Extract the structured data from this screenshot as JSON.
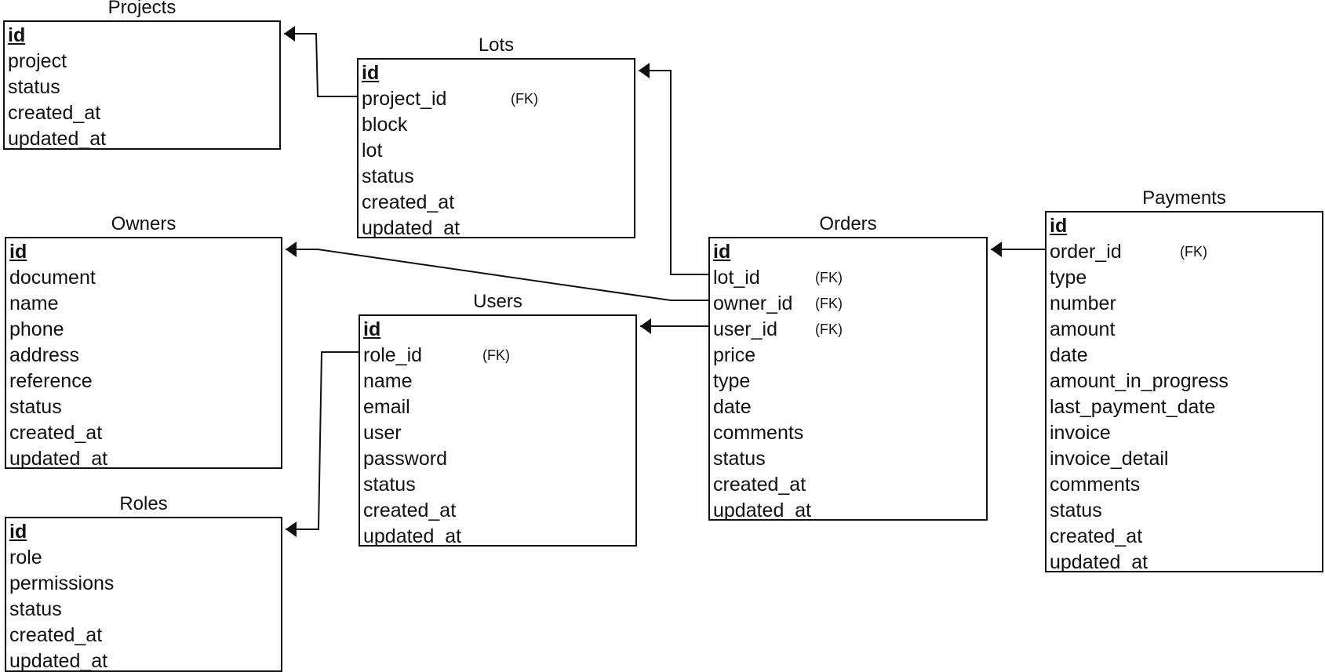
{
  "diagram": {
    "entities": [
      {
        "key": "projects",
        "name": "Projects",
        "fields": [
          {
            "name": "id",
            "pk": true
          },
          {
            "name": "project"
          },
          {
            "name": "status"
          },
          {
            "name": "created_at"
          },
          {
            "name": "updated_at"
          }
        ]
      },
      {
        "key": "lots",
        "name": "Lots",
        "fields": [
          {
            "name": "id",
            "pk": true
          },
          {
            "name": "project_id",
            "fk": "(FK)"
          },
          {
            "name": "block"
          },
          {
            "name": "lot"
          },
          {
            "name": "status"
          },
          {
            "name": "created_at"
          },
          {
            "name": "updated_at"
          }
        ]
      },
      {
        "key": "owners",
        "name": "Owners",
        "fields": [
          {
            "name": "id",
            "pk": true
          },
          {
            "name": "document"
          },
          {
            "name": "name"
          },
          {
            "name": "phone"
          },
          {
            "name": "address"
          },
          {
            "name": "reference"
          },
          {
            "name": "status"
          },
          {
            "name": "created_at"
          },
          {
            "name": "updated_at"
          }
        ]
      },
      {
        "key": "users",
        "name": "Users",
        "fields": [
          {
            "name": "id",
            "pk": true
          },
          {
            "name": "role_id",
            "fk": "(FK)"
          },
          {
            "name": "name"
          },
          {
            "name": "email"
          },
          {
            "name": "user"
          },
          {
            "name": "password"
          },
          {
            "name": "status"
          },
          {
            "name": "created_at"
          },
          {
            "name": "updated_at"
          }
        ]
      },
      {
        "key": "roles",
        "name": "Roles",
        "fields": [
          {
            "name": "id",
            "pk": true
          },
          {
            "name": "role"
          },
          {
            "name": "permissions"
          },
          {
            "name": "status"
          },
          {
            "name": "created_at"
          },
          {
            "name": "updated_at"
          }
        ]
      },
      {
        "key": "orders",
        "name": "Orders",
        "fields": [
          {
            "name": "id",
            "pk": true
          },
          {
            "name": "lot_id",
            "fk": "(FK)"
          },
          {
            "name": "owner_id",
            "fk": "(FK)"
          },
          {
            "name": "user_id",
            "fk": "(FK)"
          },
          {
            "name": "price"
          },
          {
            "name": "type"
          },
          {
            "name": "date"
          },
          {
            "name": "comments"
          },
          {
            "name": "status"
          },
          {
            "name": "created_at"
          },
          {
            "name": "updated_at"
          }
        ]
      },
      {
        "key": "payments",
        "name": "Payments",
        "fields": [
          {
            "name": "id",
            "pk": true
          },
          {
            "name": "order_id",
            "fk": "(FK)"
          },
          {
            "name": "type"
          },
          {
            "name": "number"
          },
          {
            "name": "amount"
          },
          {
            "name": "date"
          },
          {
            "name": "amount_in_progress"
          },
          {
            "name": "last_payment_date"
          },
          {
            "name": "invoice"
          },
          {
            "name": "invoice_detail"
          },
          {
            "name": "comments"
          },
          {
            "name": "status"
          },
          {
            "name": "created_at"
          },
          {
            "name": "updated_at"
          }
        ]
      }
    ],
    "relationships": [
      {
        "from": "lots.project_id",
        "to": "projects.id"
      },
      {
        "from": "orders.lot_id",
        "to": "lots.id"
      },
      {
        "from": "orders.owner_id",
        "to": "owners.id"
      },
      {
        "from": "orders.user_id",
        "to": "users.id"
      },
      {
        "from": "users.role_id",
        "to": "roles.id"
      },
      {
        "from": "payments.order_id",
        "to": "orders.id"
      }
    ]
  }
}
